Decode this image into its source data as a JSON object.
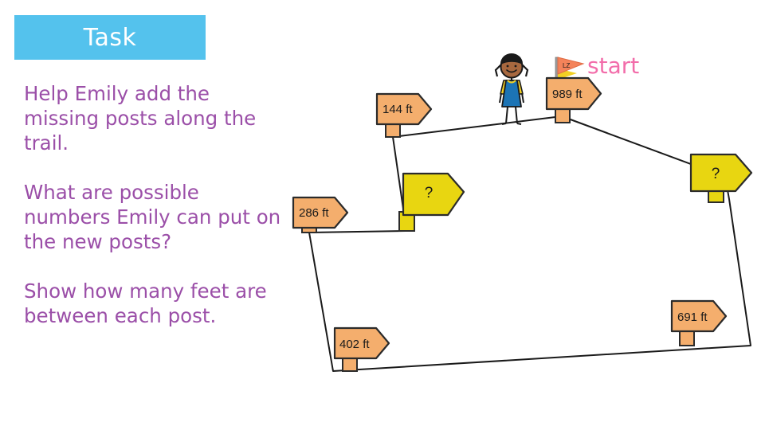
{
  "banner": {
    "label": "Task"
  },
  "task": {
    "paragraphs": [
      "Help Emily add the missing posts along the trail.",
      "What are possible numbers Emily can put on the new posts?",
      "Show how many feet are between each post."
    ]
  },
  "diagram": {
    "start_label": "start",
    "flag_label": "LZ",
    "colors": {
      "banner_blue": "#54C2ED",
      "text_purple": "#9B4FA8",
      "sign_orange": "#F4AE6D",
      "sign_yellow": "#E8D611",
      "outline": "#2B2B2B",
      "start_pink": "#F26DAA",
      "flag_orange": "#F4835A",
      "skin": "#A7683F",
      "hair": "#1a1a1a",
      "shirt_yellow": "#F2D024",
      "dress_blue": "#1C74B5",
      "trail_line": "#1a1a1a"
    },
    "posts": [
      {
        "id": "post-989",
        "label": "989 ft",
        "type": "known",
        "color": "orange"
      },
      {
        "id": "post-144",
        "label": "144 ft",
        "type": "known",
        "color": "orange"
      },
      {
        "id": "post-286",
        "label": "286 ft",
        "type": "known",
        "color": "orange"
      },
      {
        "id": "post-402",
        "label": "402 ft",
        "type": "known",
        "color": "orange"
      },
      {
        "id": "post-691",
        "label": "691 ft",
        "type": "known",
        "color": "orange"
      },
      {
        "id": "post-q-left",
        "label": "?",
        "type": "missing",
        "color": "yellow"
      },
      {
        "id": "post-q-right",
        "label": "?",
        "type": "missing",
        "color": "yellow"
      }
    ]
  }
}
